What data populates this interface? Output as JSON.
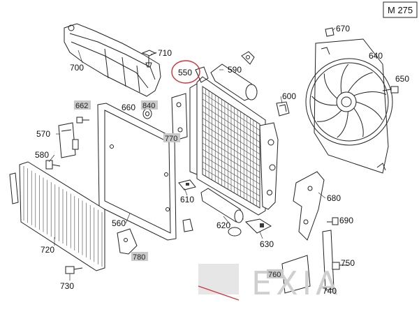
{
  "model_code": "M 275",
  "watermark": {
    "text": "EXIA"
  },
  "highlight_color": "#d0333a",
  "parts": [
    {
      "id": "p700",
      "label": "700"
    },
    {
      "id": "p710",
      "label": "710"
    },
    {
      "id": "p550",
      "label": "550",
      "circled": true
    },
    {
      "id": "p590",
      "label": "590"
    },
    {
      "id": "p670",
      "label": "670"
    },
    {
      "id": "p640",
      "label": "640"
    },
    {
      "id": "p650",
      "label": "650"
    },
    {
      "id": "p600",
      "label": "600"
    },
    {
      "id": "p662",
      "label": "662",
      "shaded": true
    },
    {
      "id": "p660",
      "label": "660"
    },
    {
      "id": "p840",
      "label": "840",
      "shaded": true
    },
    {
      "id": "p770",
      "label": "770",
      "shaded": true
    },
    {
      "id": "p570",
      "label": "570"
    },
    {
      "id": "p580",
      "label": "580"
    },
    {
      "id": "p610",
      "label": "610"
    },
    {
      "id": "p680",
      "label": "680"
    },
    {
      "id": "p690",
      "label": "690"
    },
    {
      "id": "p620",
      "label": "620"
    },
    {
      "id": "p630",
      "label": "630"
    },
    {
      "id": "p560",
      "label": "560"
    },
    {
      "id": "p720",
      "label": "720"
    },
    {
      "id": "p780",
      "label": "780",
      "shaded": true
    },
    {
      "id": "p730",
      "label": "730"
    },
    {
      "id": "p760",
      "label": "760",
      "shaded": true
    },
    {
      "id": "p750",
      "label": "750"
    },
    {
      "id": "p740",
      "label": "740"
    }
  ]
}
